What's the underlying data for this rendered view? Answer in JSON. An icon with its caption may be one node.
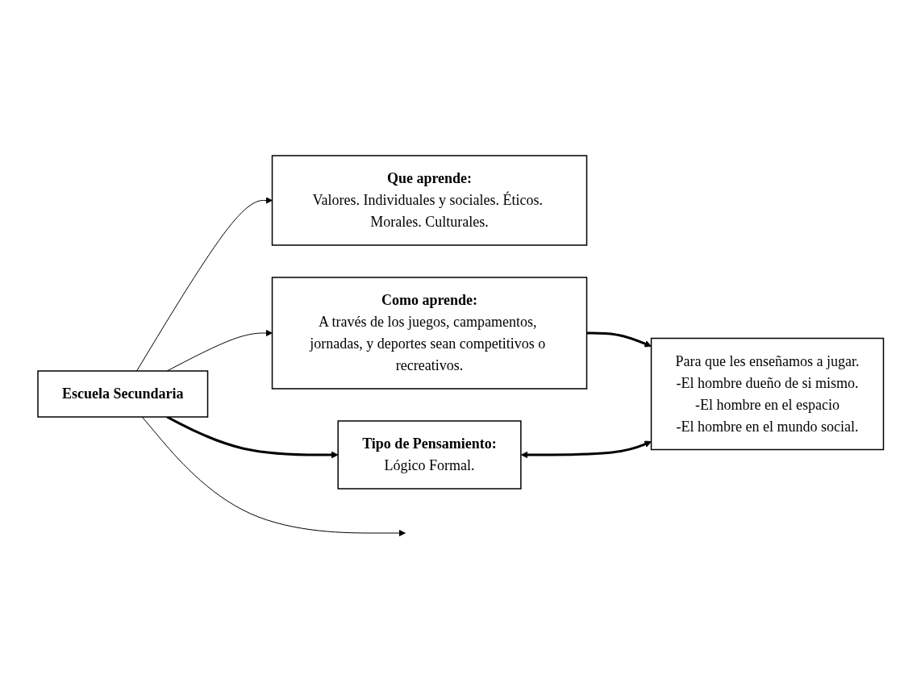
{
  "diagram": {
    "nodes": [
      {
        "text": [
          "Escuela Secundaria"
        ]
      },
      {
        "text": [
          "Que aprende:",
          "Valores. Individuales y sociales. Éticos. Morales. Culturales."
        ]
      },
      {
        "text": [
          "Como aprende:",
          "A través de los juegos, campamentos, jornadas, y deportes sean competitivos o recreativos."
        ]
      },
      {
        "text": [
          "Tipo de Pensamiento:",
          "Lógico Formal."
        ]
      },
      {
        "text": [
          "Para que les enseñamos a jugar.",
          "-El hombre dueño de si mismo.",
          "-El hombre en el espacio",
          "-El hombre en el mundo social."
        ]
      }
    ],
    "edges": [
      {
        "from": 0,
        "to": null,
        "arrow": "to"
      },
      {
        "from": 0,
        "to": 1,
        "arrow": "to"
      },
      {
        "from": 0,
        "to": 2,
        "arrow": "to"
      },
      {
        "from": 0,
        "to": 3,
        "arrow": "to",
        "style": "thick"
      },
      {
        "from": 2,
        "to": 4,
        "arrow": "to",
        "style": "thick"
      },
      {
        "from": 3,
        "to": 4,
        "arrow": "both",
        "style": "thick"
      }
    ]
  }
}
